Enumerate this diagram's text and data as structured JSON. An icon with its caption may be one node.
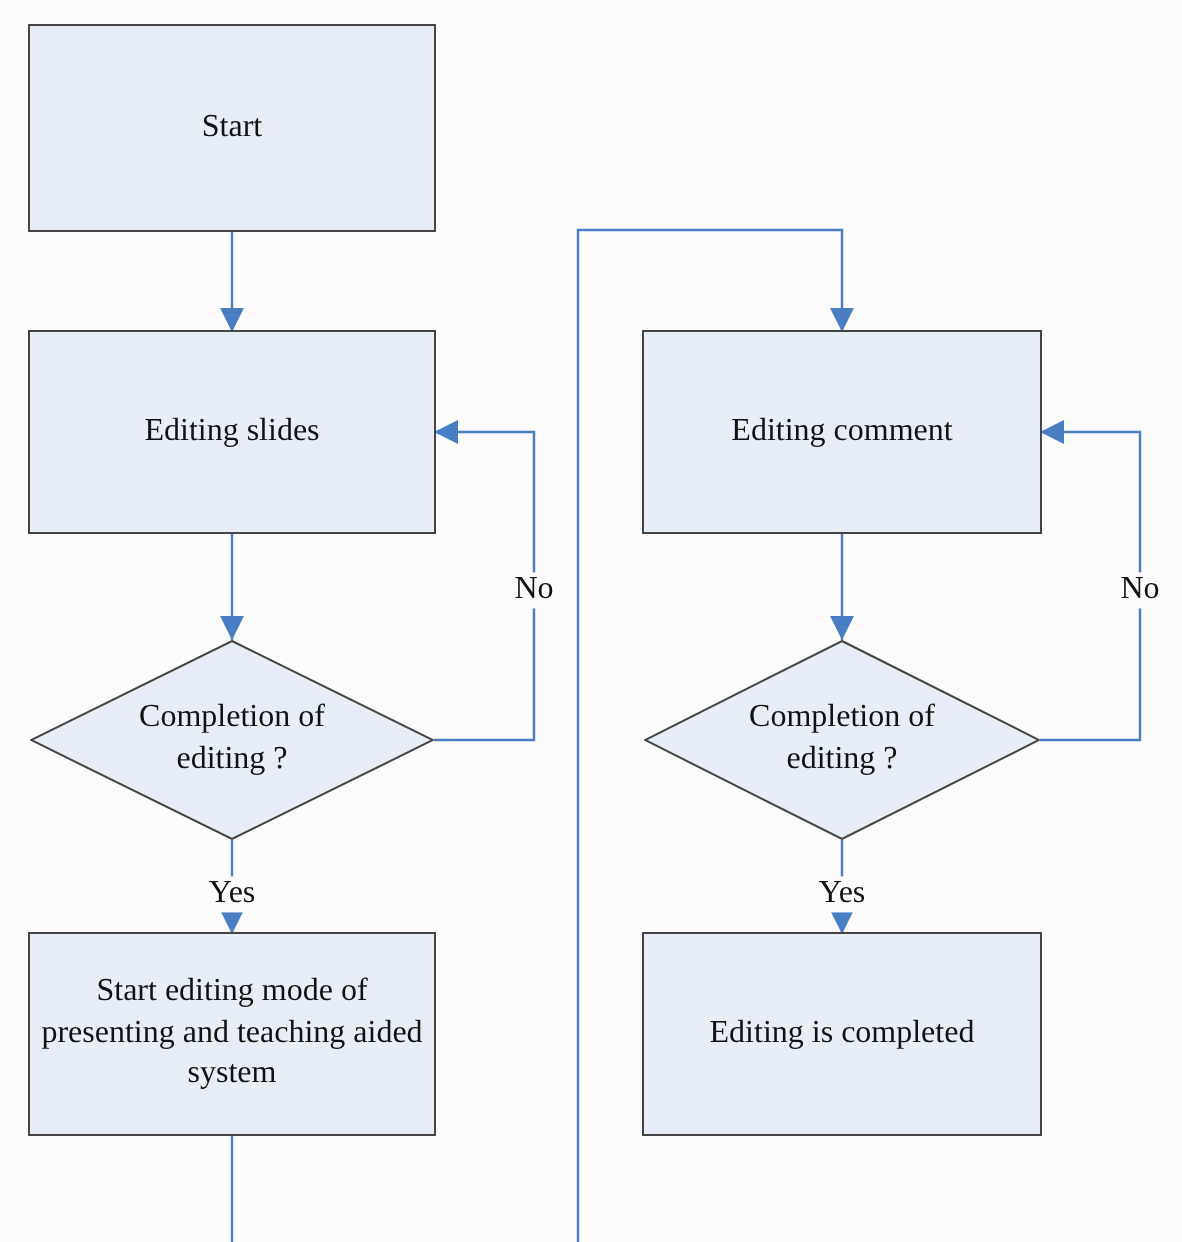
{
  "diagram": {
    "nodes": [
      {
        "text": [
          "Start"
        ]
      },
      {
        "text": [
          "Editing slides"
        ]
      },
      {
        "text": [
          "Completion of editing ?"
        ]
      },
      {
        "text": [
          "Start editing mode of presenting and teaching aided system"
        ]
      },
      {
        "text": [
          "Editing comment"
        ]
      },
      {
        "text": [
          "Completion of editing ?"
        ]
      },
      {
        "text": [
          "Editing is completed"
        ]
      }
    ],
    "edges": [
      {
        "from": 0,
        "to": 1,
        "arrow": "to"
      },
      {
        "from": 1,
        "to": 2,
        "arrow": "to"
      },
      {
        "from": 2,
        "to": 3,
        "label": "Yes",
        "arrow": "to"
      },
      {
        "from": 2,
        "to": 1,
        "label": "No",
        "arrow": "to"
      },
      {
        "from": 3,
        "to": null,
        "arrow": "none"
      },
      {
        "from": null,
        "to": 4,
        "arrow": "to"
      },
      {
        "from": 4,
        "to": 5,
        "arrow": "to"
      },
      {
        "from": 5,
        "to": 6,
        "label": "Yes",
        "arrow": "to"
      },
      {
        "from": 5,
        "to": 4,
        "label": "No",
        "arrow": "to"
      }
    ]
  }
}
